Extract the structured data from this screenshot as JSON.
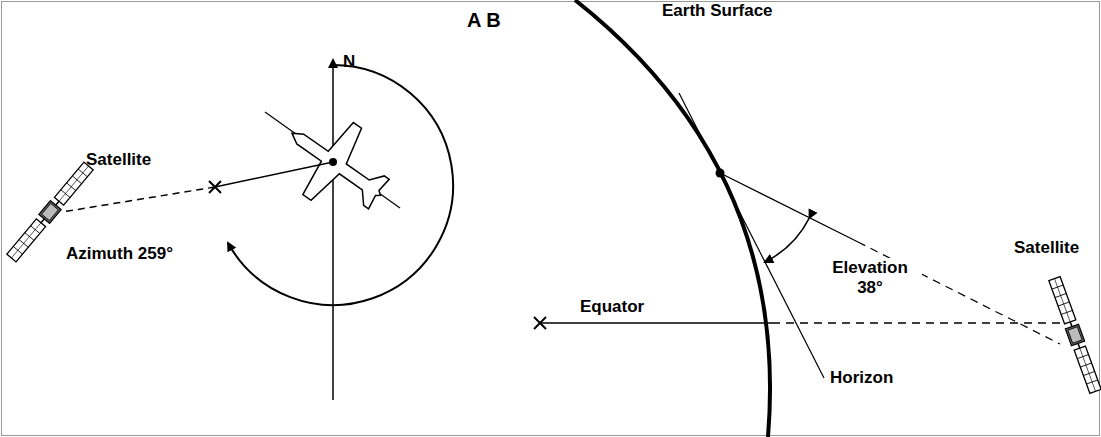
{
  "diagram": {
    "labels": [
      "A B",
      "N",
      "Satellite",
      "Azimuth 259°",
      "Earth Surface",
      "Elevation 38°",
      "Equator",
      "Satellite",
      "Horizon"
    ]
  }
}
